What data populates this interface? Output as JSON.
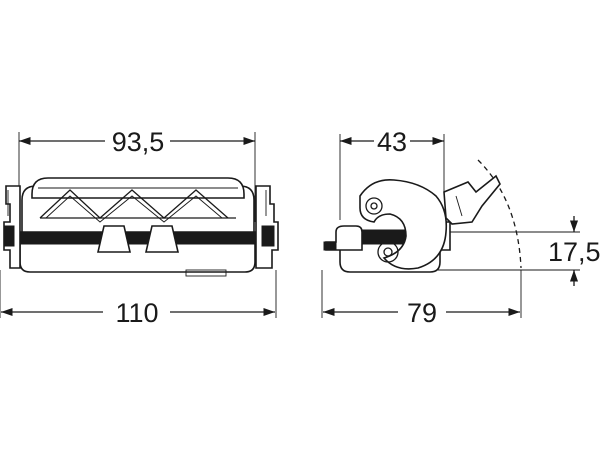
{
  "dimensions": {
    "front_top_width": "93,5",
    "front_overall_width": "110",
    "side_top_width": "43",
    "side_overall_width": "79",
    "side_height": "17,5"
  }
}
